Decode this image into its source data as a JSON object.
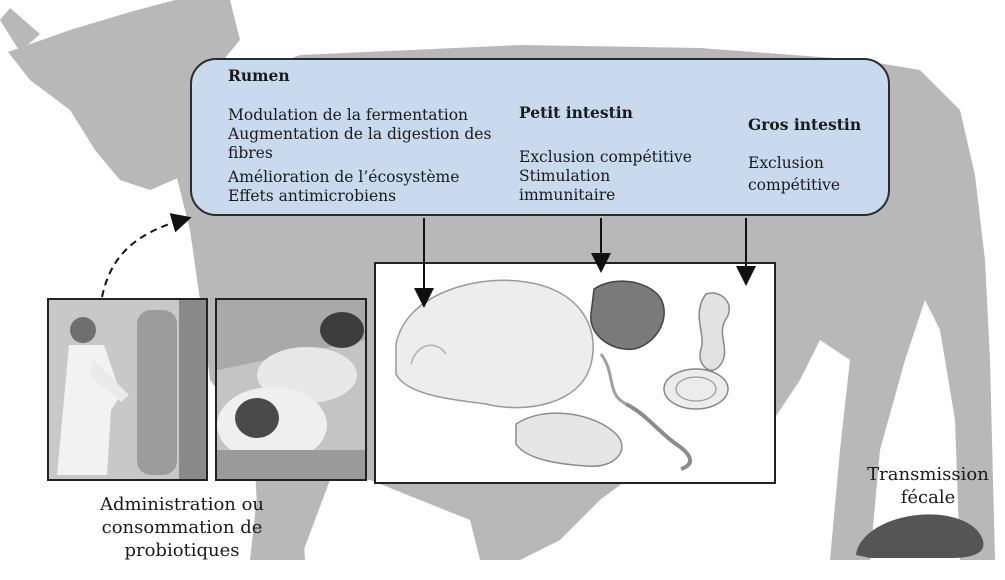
{
  "rumen": {
    "heading": "Rumen",
    "lines": [
      "Modulation de la fermentation",
      "Augmentation de la digestion des",
      "fibres",
      "Amélioration de l’écosystème",
      "Effets antimicrobiens"
    ]
  },
  "small_intestine": {
    "heading": "Petit intestin",
    "lines": [
      "Exclusion compétitive",
      "Stimulation",
      "immunitaire"
    ]
  },
  "large_intestine": {
    "heading": "Gros intestin",
    "lines": [
      "Exclusion",
      "compétitive"
    ]
  },
  "caption_left": [
    "Administration ou",
    "consommation de",
    "probiotiques"
  ],
  "caption_right": [
    "Transmission",
    "fécale"
  ],
  "colors": {
    "box_fill": "#c9d9ee",
    "cow_silhouette": "#b5b5b5",
    "feces": "#555555"
  }
}
